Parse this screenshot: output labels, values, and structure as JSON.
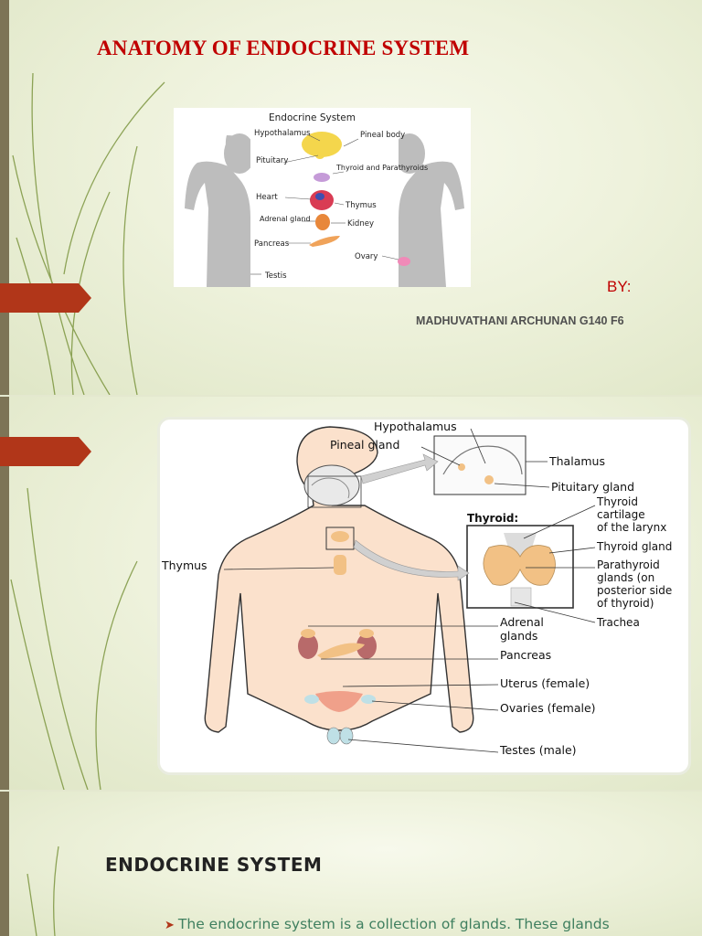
{
  "slide1": {
    "title": "ANATOMY OF ENDOCRINE SYSTEM",
    "by_label": "BY:",
    "author": "MADHUVATHANI ARCHUNAN G140 F6",
    "figure": {
      "title": "Endocrine System",
      "labels": {
        "hypothalamus": "Hypothalamus",
        "pineal": "Pineal body",
        "pituitary": "Pituitary",
        "thyroid": "Thyroid and Parathyroids",
        "heart": "Heart",
        "thymus": "Thymus",
        "adrenal": "Adrenal gland",
        "kidney": "Kidney",
        "pancreas": "Pancreas",
        "ovary": "Ovary",
        "testis": "Testis"
      }
    }
  },
  "slide2": {
    "figure": {
      "labels": {
        "hypothalamus": "Hypothalamus",
        "pineal": "Pineal gland",
        "thalamus": "Thalamus",
        "pituitary": "Pituitary gland",
        "thyroid_heading": "Thyroid:",
        "thyroid_cartilage_1": "Thyroid",
        "thyroid_cartilage_2": "cartilage",
        "thyroid_cartilage_3": "of the larynx",
        "thyroid_gland": "Thyroid gland",
        "parathyroid_1": "Parathyroid",
        "parathyroid_2": "glands (on",
        "parathyroid_3": "posterior side",
        "parathyroid_4": "of thyroid)",
        "trachea": "Trachea",
        "thymus": "Thymus",
        "adrenal_1": "Adrenal",
        "adrenal_2": "glands",
        "pancreas": "Pancreas",
        "uterus": "Uterus (female)",
        "ovaries": "Ovaries (female)",
        "testes": "Testes (male)"
      }
    }
  },
  "slide3": {
    "heading": "ENDOCRINE SYSTEM",
    "bullet": "The endocrine system is a collection of glands. These glands"
  },
  "colors": {
    "title_red": "#c00000",
    "arrow_red": "#b13619",
    "bullet_green": "#3f7f5f",
    "edge_brown": "#7d7456"
  }
}
